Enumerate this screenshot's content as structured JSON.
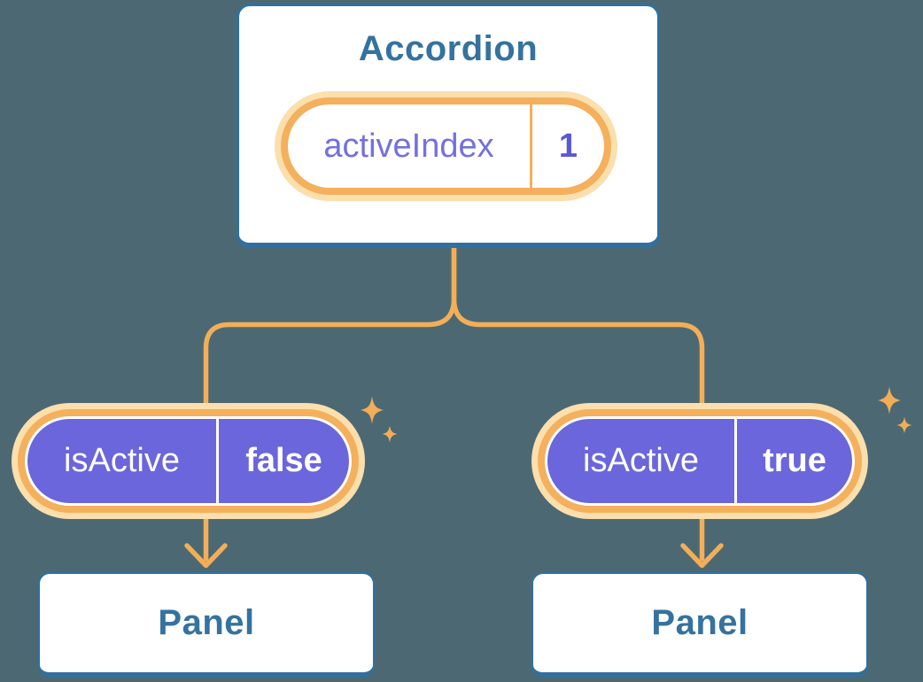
{
  "diagram": {
    "root": {
      "title": "Accordion",
      "state": {
        "label": "activeIndex",
        "value": "1"
      }
    },
    "children": [
      {
        "prop": {
          "label": "isActive",
          "value": "false"
        },
        "panel_title": "Panel"
      },
      {
        "prop": {
          "label": "isActive",
          "value": "true"
        },
        "panel_title": "Panel"
      }
    ],
    "colors": {
      "background": "#4C6973",
      "box_border_blue": "#2F70A0",
      "heading_blue": "#35729F",
      "wire_orange": "#F2AE58",
      "pill_ring_orange": "#F4B05C",
      "pill_glow": "#FBDFAD",
      "pill_purple": "#6B66DB",
      "state_label_purple": "#7470E0",
      "state_value_purple": "#5B58D6",
      "sparkle_orange": "#F2AD55"
    }
  }
}
